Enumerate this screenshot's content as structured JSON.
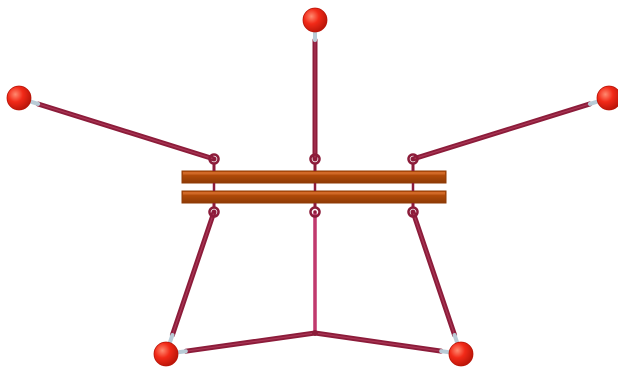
{
  "diagram": {
    "colors": {
      "background": "#ffffff",
      "bar": "#c4540b",
      "bar_edge": "#8e3a06",
      "strut": "#8c1c3a",
      "strut_highlight": "#c24a6a",
      "center_strut": "#c0336e",
      "ball": "#f22a18",
      "ball_highlight": "#ff8a70",
      "ball_edge": "#b81408",
      "joint": "#8c1c3a",
      "connector": "#b9cbd6"
    },
    "nodes": [
      {
        "id": "ball-top"
      },
      {
        "id": "ball-left"
      },
      {
        "id": "ball-right"
      },
      {
        "id": "ball-bottom-left"
      },
      {
        "id": "ball-bottom-right"
      },
      {
        "id": "joint-upper-left"
      },
      {
        "id": "joint-upper-center"
      },
      {
        "id": "joint-upper-right"
      },
      {
        "id": "joint-lower-left"
      },
      {
        "id": "joint-lower-center"
      },
      {
        "id": "joint-lower-right"
      },
      {
        "id": "hub-bottom"
      }
    ],
    "edges": [
      {
        "from": "ball-top",
        "to": "joint-upper-center"
      },
      {
        "from": "ball-left",
        "to": "joint-upper-left"
      },
      {
        "from": "ball-right",
        "to": "joint-upper-right"
      },
      {
        "from": "joint-lower-left",
        "to": "ball-bottom-left"
      },
      {
        "from": "joint-lower-right",
        "to": "ball-bottom-right"
      },
      {
        "from": "joint-lower-center",
        "to": "hub-bottom"
      },
      {
        "from": "hub-bottom",
        "to": "ball-bottom-left"
      },
      {
        "from": "hub-bottom",
        "to": "ball-bottom-right"
      }
    ],
    "bars": [
      {
        "id": "bar-upper"
      },
      {
        "id": "bar-lower"
      }
    ]
  }
}
